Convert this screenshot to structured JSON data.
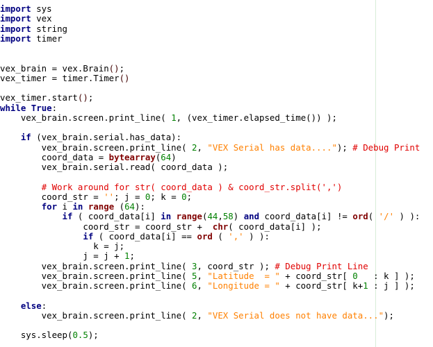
{
  "colors": {
    "keyword": "#000080",
    "builtin": "#800000",
    "number": "#008000",
    "string": "#ff8000",
    "comment": "#e00000"
  },
  "lines": [
    {
      "tokens": [
        [
          "kw",
          "import"
        ],
        [
          "t",
          " sys"
        ]
      ]
    },
    {
      "tokens": [
        [
          "kw",
          "import"
        ],
        [
          "t",
          " vex"
        ]
      ]
    },
    {
      "tokens": [
        [
          "kw",
          "import"
        ],
        [
          "t",
          " string"
        ]
      ]
    },
    {
      "tokens": [
        [
          "kw",
          "import"
        ],
        [
          "t",
          " timer"
        ]
      ]
    },
    {
      "tokens": []
    },
    {
      "tokens": []
    },
    {
      "tokens": [
        [
          "t",
          "vex_brain = vex.Brain"
        ],
        [
          "par",
          "()"
        ],
        [
          "t",
          ";"
        ]
      ]
    },
    {
      "tokens": [
        [
          "t",
          "vex_timer = timer.Timer"
        ],
        [
          "par",
          "()"
        ]
      ]
    },
    {
      "tokens": []
    },
    {
      "tokens": [
        [
          "t",
          "vex_timer.start"
        ],
        [
          "par",
          "()"
        ],
        [
          "t",
          ";"
        ]
      ]
    },
    {
      "tokens": [
        [
          "kw",
          "while"
        ],
        [
          "t",
          " "
        ],
        [
          "kw",
          "True"
        ],
        [
          "t",
          ":"
        ]
      ]
    },
    {
      "tokens": [
        [
          "t",
          "    vex_brain.screen.print_line( "
        ],
        [
          "num",
          "1"
        ],
        [
          "t",
          ", (vex_timer.elapsed_time()) );"
        ]
      ]
    },
    {
      "tokens": []
    },
    {
      "tokens": [
        [
          "t",
          "    "
        ],
        [
          "kw",
          "if"
        ],
        [
          "t",
          " (vex_brain.serial.has_data):"
        ]
      ]
    },
    {
      "tokens": [
        [
          "t",
          "        vex_brain.screen.print_line( "
        ],
        [
          "num",
          "2"
        ],
        [
          "t",
          ", "
        ],
        [
          "str",
          "\"VEX Serial has data....\""
        ],
        [
          "t",
          "); "
        ],
        [
          "com",
          "# Debug Print"
        ]
      ]
    },
    {
      "tokens": [
        [
          "t",
          "        coord_data = "
        ],
        [
          "bi",
          "bytearray"
        ],
        [
          "t",
          "("
        ],
        [
          "num",
          "64"
        ],
        [
          "t",
          ")"
        ]
      ]
    },
    {
      "tokens": [
        [
          "t",
          "        vex_brain.serial.read( coord_data );"
        ]
      ]
    },
    {
      "tokens": []
    },
    {
      "tokens": [
        [
          "t",
          "        "
        ],
        [
          "com",
          "# Work around for str( coord_data ) & coord_str.split(',')"
        ]
      ]
    },
    {
      "tokens": [
        [
          "t",
          "        coord_str = "
        ],
        [
          "str",
          "''"
        ],
        [
          "t",
          "; j = "
        ],
        [
          "num",
          "0"
        ],
        [
          "t",
          "; k = "
        ],
        [
          "num",
          "0"
        ],
        [
          "t",
          ";"
        ]
      ]
    },
    {
      "tokens": [
        [
          "t",
          "        "
        ],
        [
          "kw",
          "for"
        ],
        [
          "t",
          " i "
        ],
        [
          "kw",
          "in"
        ],
        [
          "t",
          " "
        ],
        [
          "bi",
          "range"
        ],
        [
          "t",
          " ("
        ],
        [
          "num",
          "64"
        ],
        [
          "t",
          "):"
        ]
      ]
    },
    {
      "tokens": [
        [
          "t",
          "            "
        ],
        [
          "kw",
          "if"
        ],
        [
          "t",
          " ( coord_data[i] "
        ],
        [
          "kw",
          "in"
        ],
        [
          "t",
          " "
        ],
        [
          "bi",
          "range"
        ],
        [
          "t",
          "("
        ],
        [
          "num",
          "44"
        ],
        [
          "t",
          ","
        ],
        [
          "num",
          "58"
        ],
        [
          "t",
          ") "
        ],
        [
          "kw",
          "and"
        ],
        [
          "t",
          " coord_data[i] != "
        ],
        [
          "bi",
          "ord"
        ],
        [
          "t",
          "( "
        ],
        [
          "str",
          "'/'"
        ],
        [
          "t",
          " ) ):"
        ]
      ]
    },
    {
      "tokens": [
        [
          "t",
          "                coord_str = coord_str +  "
        ],
        [
          "bi",
          "chr"
        ],
        [
          "t",
          "( coord_data[i] );"
        ]
      ]
    },
    {
      "tokens": [
        [
          "t",
          "                "
        ],
        [
          "kw",
          "if"
        ],
        [
          "t",
          " ( coord_data[i] == "
        ],
        [
          "bi",
          "ord"
        ],
        [
          "t",
          " ( "
        ],
        [
          "str",
          "','"
        ],
        [
          "t",
          " ) ):"
        ]
      ]
    },
    {
      "tokens": [
        [
          "t",
          "                  k = j;"
        ]
      ]
    },
    {
      "tokens": [
        [
          "t",
          "                j = j + "
        ],
        [
          "num",
          "1"
        ],
        [
          "t",
          ";"
        ]
      ]
    },
    {
      "tokens": [
        [
          "t",
          "        vex_brain.screen.print_line( "
        ],
        [
          "num",
          "3"
        ],
        [
          "t",
          ", coord_str ); "
        ],
        [
          "com",
          "# Debug Print Line"
        ]
      ]
    },
    {
      "tokens": [
        [
          "t",
          "        vex_brain.screen.print_line( "
        ],
        [
          "num",
          "5"
        ],
        [
          "t",
          ", "
        ],
        [
          "str",
          "\"Latitude  = \""
        ],
        [
          "t",
          " + coord_str[ "
        ],
        [
          "num",
          "0"
        ],
        [
          "t",
          "   : k ] );"
        ]
      ]
    },
    {
      "tokens": [
        [
          "t",
          "        vex_brain.screen.print_line( "
        ],
        [
          "num",
          "6"
        ],
        [
          "t",
          ", "
        ],
        [
          "str",
          "\"Longitude = \""
        ],
        [
          "t",
          " + coord_str[ k+"
        ],
        [
          "num",
          "1"
        ],
        [
          "t",
          " : j ] );"
        ]
      ]
    },
    {
      "tokens": []
    },
    {
      "tokens": [
        [
          "t",
          "    "
        ],
        [
          "kw",
          "else"
        ],
        [
          "t",
          ":"
        ]
      ]
    },
    {
      "tokens": [
        [
          "t",
          "        vex_brain.screen.print_line( "
        ],
        [
          "num",
          "2"
        ],
        [
          "t",
          ", "
        ],
        [
          "str",
          "\"VEX Serial does not have data...\""
        ],
        [
          "t",
          ");"
        ]
      ]
    },
    {
      "tokens": []
    },
    {
      "tokens": [
        [
          "t",
          "    sys.sleep("
        ],
        [
          "num",
          "0.5"
        ],
        [
          "t",
          ");"
        ]
      ]
    }
  ]
}
